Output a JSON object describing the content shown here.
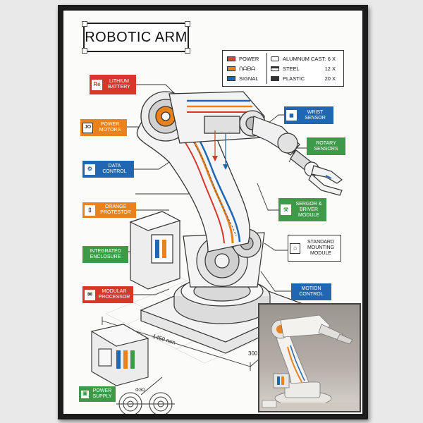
{
  "title": "ROBOTIC ARM",
  "legend": {
    "lines": [
      {
        "label": "POWER",
        "color": "#e0452b"
      },
      {
        "label": "ᑎᗩᗷᗩ",
        "color": "#e9821d"
      },
      {
        "label": "SIGNAL",
        "color": "#1f67b3"
      }
    ],
    "materials": [
      {
        "label": "ALUMNUM CAST:",
        "qty": "6 X"
      },
      {
        "label": "STEEL",
        "qty": "12 X"
      },
      {
        "label": "PLASTIC",
        "qty": "20 X"
      }
    ]
  },
  "callouts": {
    "lithium_battery": {
      "icon": "Re",
      "label": "LITHIUM BATTERY"
    },
    "power_motors": {
      "icon": "JO",
      "label": "POWER MOTORS"
    },
    "data_control": {
      "label": "DATA CONTROL"
    },
    "orange_protestor": {
      "label": "ORANGE PROTESTOR"
    },
    "integrated_enclosure": {
      "label": "INTEGRATED ENCLOSURE"
    },
    "modular_processor": {
      "label": "MODULAR PROCESSOR"
    },
    "power_supply": {
      "label": "POWER SUPPLY"
    },
    "wrist_sensor": {
      "label": "WRIST SENSOR"
    },
    "rotary_sensors": {
      "label": "ROTARY SENSORS"
    },
    "sergor_briver": {
      "label": "SERGOR & BRIVER MODULE"
    },
    "standard_mounting": {
      "label": "STANDARD MOUNTING MODULE"
    },
    "motion_control": {
      "label": "MOTION CONTROL"
    }
  },
  "dimensions": {
    "length": "1450 mm",
    "depth": "300",
    "small": "ΦЭО"
  },
  "colors": {
    "red": "#d8352b",
    "orange": "#e9821d",
    "blue": "#1f67b3",
    "green": "#3c9a48"
  }
}
